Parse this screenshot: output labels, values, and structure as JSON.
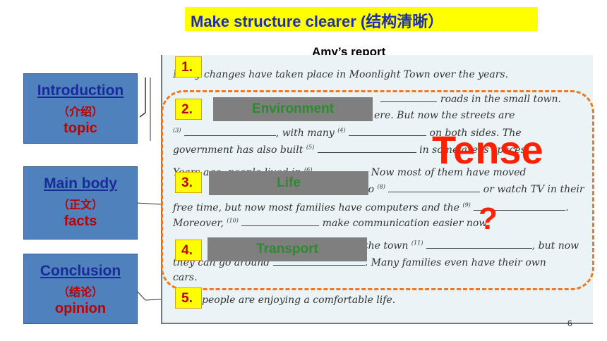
{
  "header": {
    "title": "Make structure clearer (结构清晰）"
  },
  "report": {
    "title": "Amy’s report"
  },
  "sidebar": {
    "intro": {
      "label": "Introduction",
      "cn": "（介绍）",
      "en": "topic"
    },
    "body": {
      "label": "Main body",
      "cn": "（正文）",
      "en": "facts"
    },
    "conclusion": {
      "label": "Conclusion",
      "cn": "（结论）",
      "en": "opinion"
    }
  },
  "markers": [
    "1.",
    "2.",
    "3.",
    "4.",
    "5."
  ],
  "categories": {
    "environment": "Environment",
    "life": "Life",
    "transport": "Transport"
  },
  "text": {
    "l1": "Many changes have taken place in Moonlight Town over the years.",
    "l2_end": "roads in the small town.",
    "l3_end": "ere. But now the streets are",
    "l4_n3": "(3)",
    "l4_mid": ", with many",
    "l4_n4": "(4)",
    "l4_end": "on both sides. The",
    "l5_start": "government has also built",
    "l5_n5": "(5)",
    "l5_end": "in some areas spaces",
    "l6_start": "Years ago, people lived in",
    "l6_n6": "(6)",
    "l6_end": ". Now most of them have moved",
    "l7_mid": "to",
    "l7_n8": "(8)",
    "l7_end": "or watch TV in their",
    "l8_start": "free time, but now most families have computers and the",
    "l8_n9": "(9)",
    "l9_start": "Moreover,",
    "l9_n10": "(10)",
    "l9_end": "make communication easier now.",
    "l10_mid": "the town",
    "l10_n11": "(11)",
    "l10_end": ", but now",
    "l11_start": "they can go around",
    "l11_end": ". Many families even have their own",
    "l12": "cars.",
    "l13": "people are enjoying a comfortable life."
  },
  "overlay": {
    "tense": "Tense",
    "question": "?"
  },
  "page_number": "6"
}
